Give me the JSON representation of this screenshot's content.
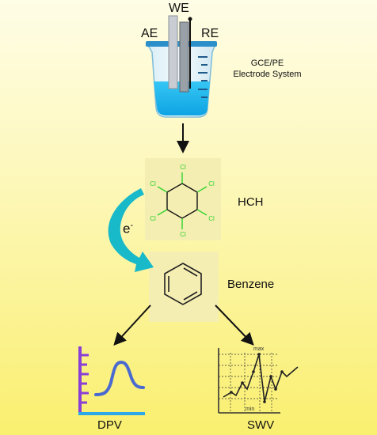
{
  "cell": {
    "we_label": "WE",
    "ae_label": "AE",
    "re_label": "RE",
    "system_line1": "GCE/PE",
    "system_line2": "Electrode System"
  },
  "hch": {
    "label": "HCH",
    "cl_atom": "Cl"
  },
  "electron": {
    "symbol": "e",
    "charge": "-"
  },
  "benzene": {
    "label": "Benzene"
  },
  "techniques": {
    "dpv_label": "DPV",
    "swv_label": "SWV",
    "swv_peak_text": "max",
    "swv_min_text": "min"
  },
  "colors": {
    "solution": "#12b4ec",
    "beaker_rim": "#2b8fc9",
    "arrow_electron": "#18b9c9",
    "chlorine": "#2fd32f",
    "dpv_axis": "#8a3fd6",
    "dpv_base": "#2aa8e8",
    "dpv_curve": "#4a6ad0"
  }
}
